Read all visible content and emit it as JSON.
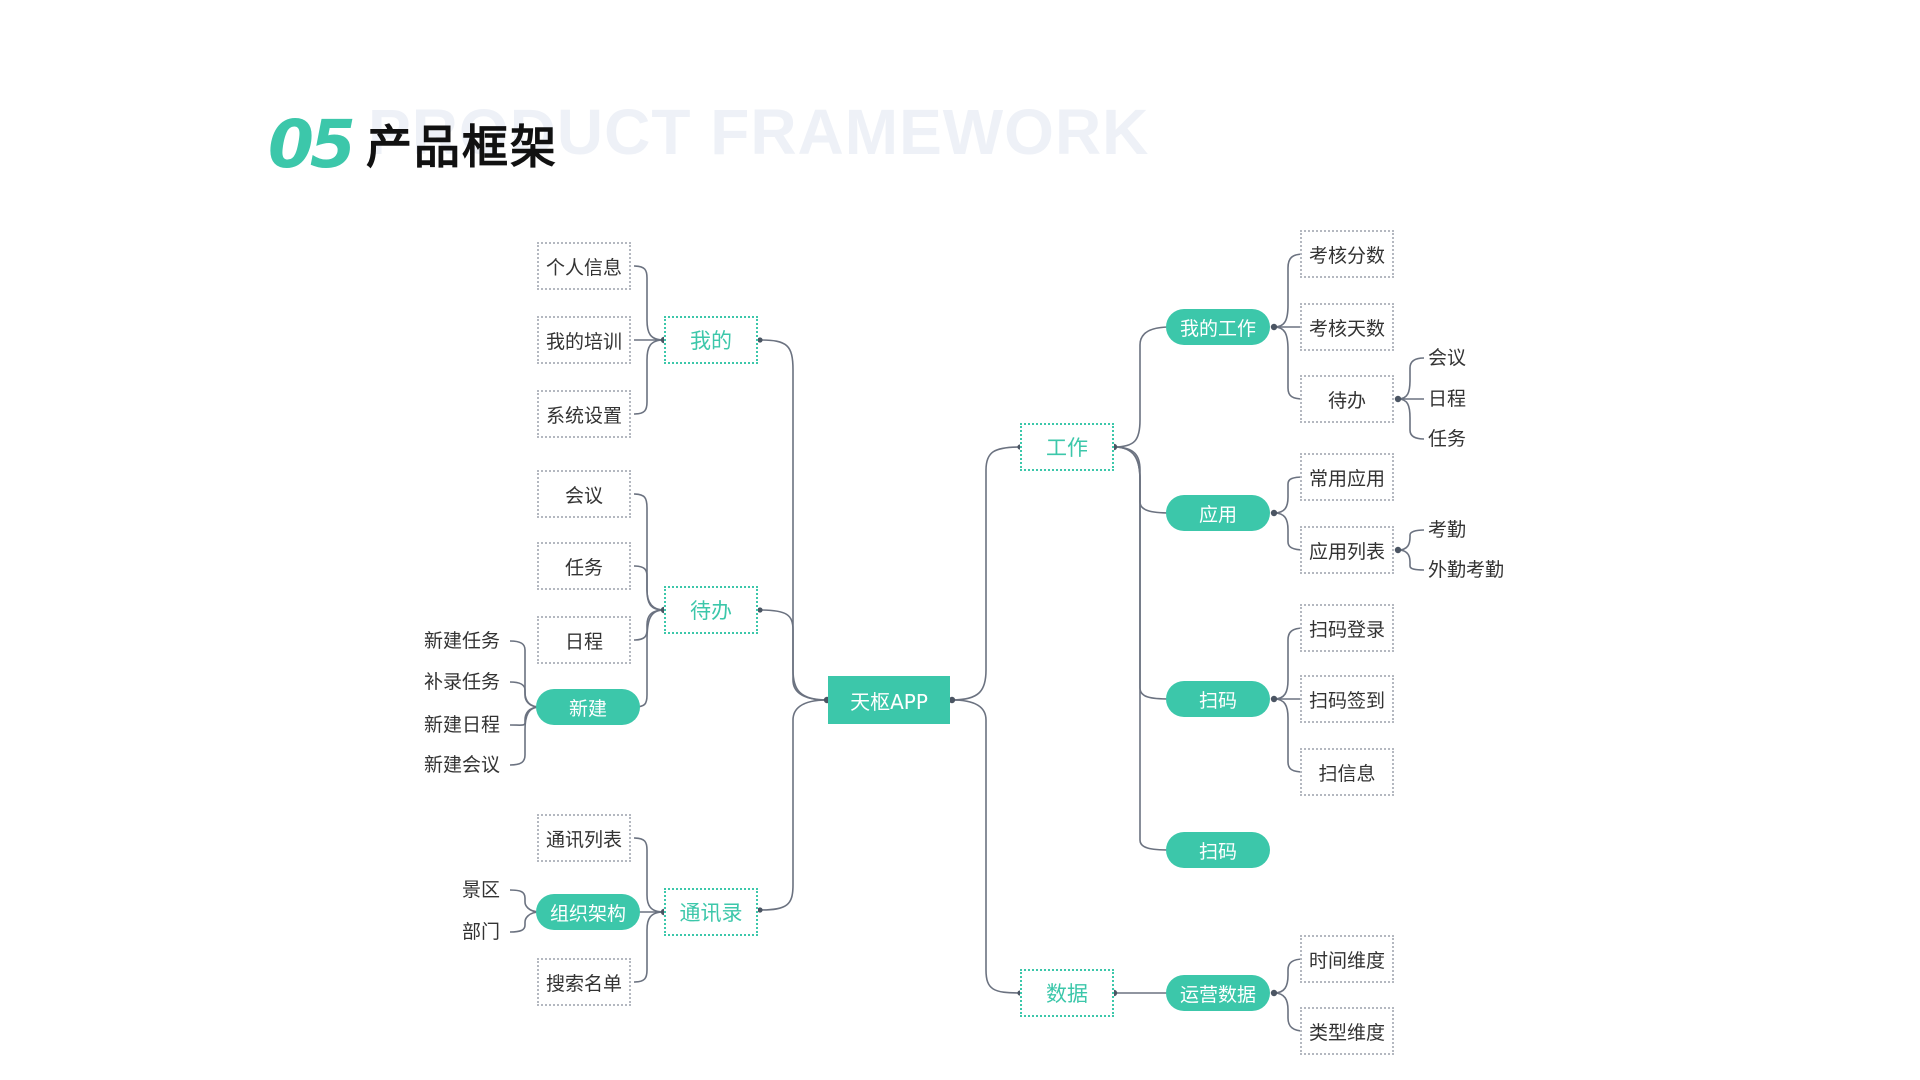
{
  "header": {
    "number": "05",
    "title": "产品框架",
    "subtitle_en": "PRODUCT FRAMEWORK"
  },
  "colors": {
    "accent": "#3cc7aa",
    "line": "#6b7280",
    "leaf_border": "#b4b8c0",
    "text": "#333333"
  },
  "mindmap": {
    "root": "天枢APP",
    "left": {
      "mine": {
        "label": "我的",
        "children": [
          "个人信息",
          "我的培训",
          "系统设置"
        ]
      },
      "todo": {
        "label": "待办",
        "children": [
          "会议",
          "任务",
          "日程"
        ],
        "new": {
          "label": "新建",
          "children": [
            "新建任务",
            "补录任务",
            "新建日程",
            "新建会议"
          ]
        }
      },
      "contacts": {
        "label": "通讯录",
        "children": [
          "通讯列表",
          "搜索名单"
        ],
        "org": {
          "label": "组织架构",
          "children": [
            "景区",
            "部门"
          ]
        }
      }
    },
    "right": {
      "work": {
        "label": "工作",
        "my_work": {
          "label": "我的工作",
          "children": [
            "考核分数",
            "考核天数",
            "待办"
          ],
          "todo_children": [
            "会议",
            "日程",
            "任务"
          ]
        },
        "apps": {
          "label": "应用",
          "children": [
            "常用应用",
            "应用列表"
          ],
          "app_list_children": [
            "考勤",
            "外勤考勤"
          ]
        },
        "scan": {
          "label": "扫码",
          "children": [
            "扫码登录",
            "扫码签到",
            "扫信息"
          ]
        },
        "scan2": {
          "label": "扫码"
        }
      },
      "data": {
        "label": "数据",
        "ops": {
          "label": "运营数据",
          "children": [
            "时间维度",
            "类型维度"
          ]
        }
      }
    }
  }
}
